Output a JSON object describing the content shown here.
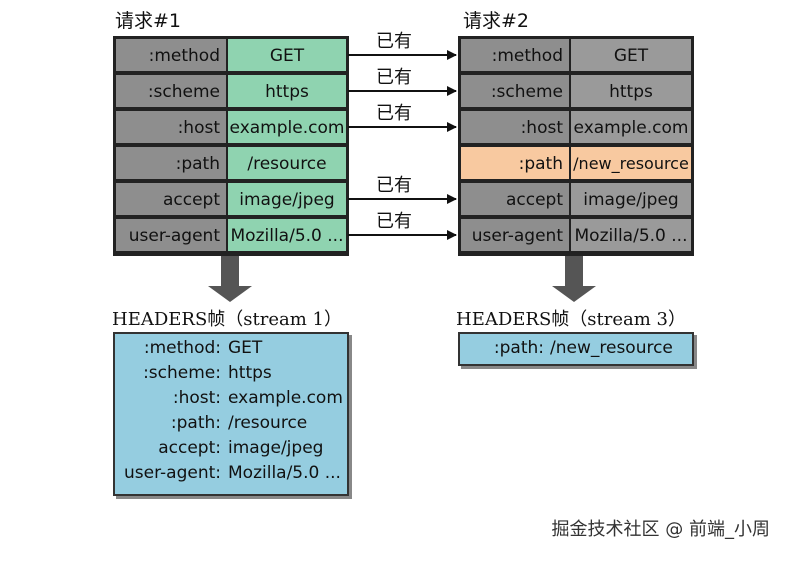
{
  "req1": {
    "title": "请求#1",
    "rows": [
      {
        "k": ":method",
        "v": "GET"
      },
      {
        "k": ":scheme",
        "v": "https"
      },
      {
        "k": ":host",
        "v": "example.com"
      },
      {
        "k": ":path",
        "v": "/resource"
      },
      {
        "k": "accept",
        "v": "image/jpeg"
      },
      {
        "k": "user-agent",
        "v": "Mozilla/5.0 ..."
      }
    ]
  },
  "req2": {
    "title": "请求#2",
    "rows": [
      {
        "k": ":method",
        "v": "GET"
      },
      {
        "k": ":scheme",
        "v": "https"
      },
      {
        "k": ":host",
        "v": "example.com"
      },
      {
        "k": ":path",
        "v": "/new_resource"
      },
      {
        "k": "accept",
        "v": "image/jpeg"
      },
      {
        "k": "user-agent",
        "v": "Mozilla/5.0 ..."
      }
    ]
  },
  "arrow_label": "已有",
  "frame1": {
    "title": "HEADERS帧（stream 1）",
    "rows": [
      {
        "k": ":method:",
        "v": "GET"
      },
      {
        "k": ":scheme:",
        "v": "https"
      },
      {
        "k": ":host:",
        "v": "example.com"
      },
      {
        "k": ":path:",
        "v": "/resource"
      },
      {
        "k": "accept:",
        "v": "image/jpeg"
      },
      {
        "k": "user-agent:",
        "v": "Mozilla/5.0 ..."
      }
    ]
  },
  "frame2": {
    "title": "HEADERS帧（stream 3）",
    "rows": [
      {
        "k": ":path:",
        "v": "/new_resource"
      }
    ]
  },
  "watermark": "掘金技术社区 @ 前端_小周",
  "colors": {
    "green": "#8fd3b0",
    "gray": "#9a9a9a",
    "highlight": "#f8c9a0",
    "frame": "#95cde0"
  }
}
